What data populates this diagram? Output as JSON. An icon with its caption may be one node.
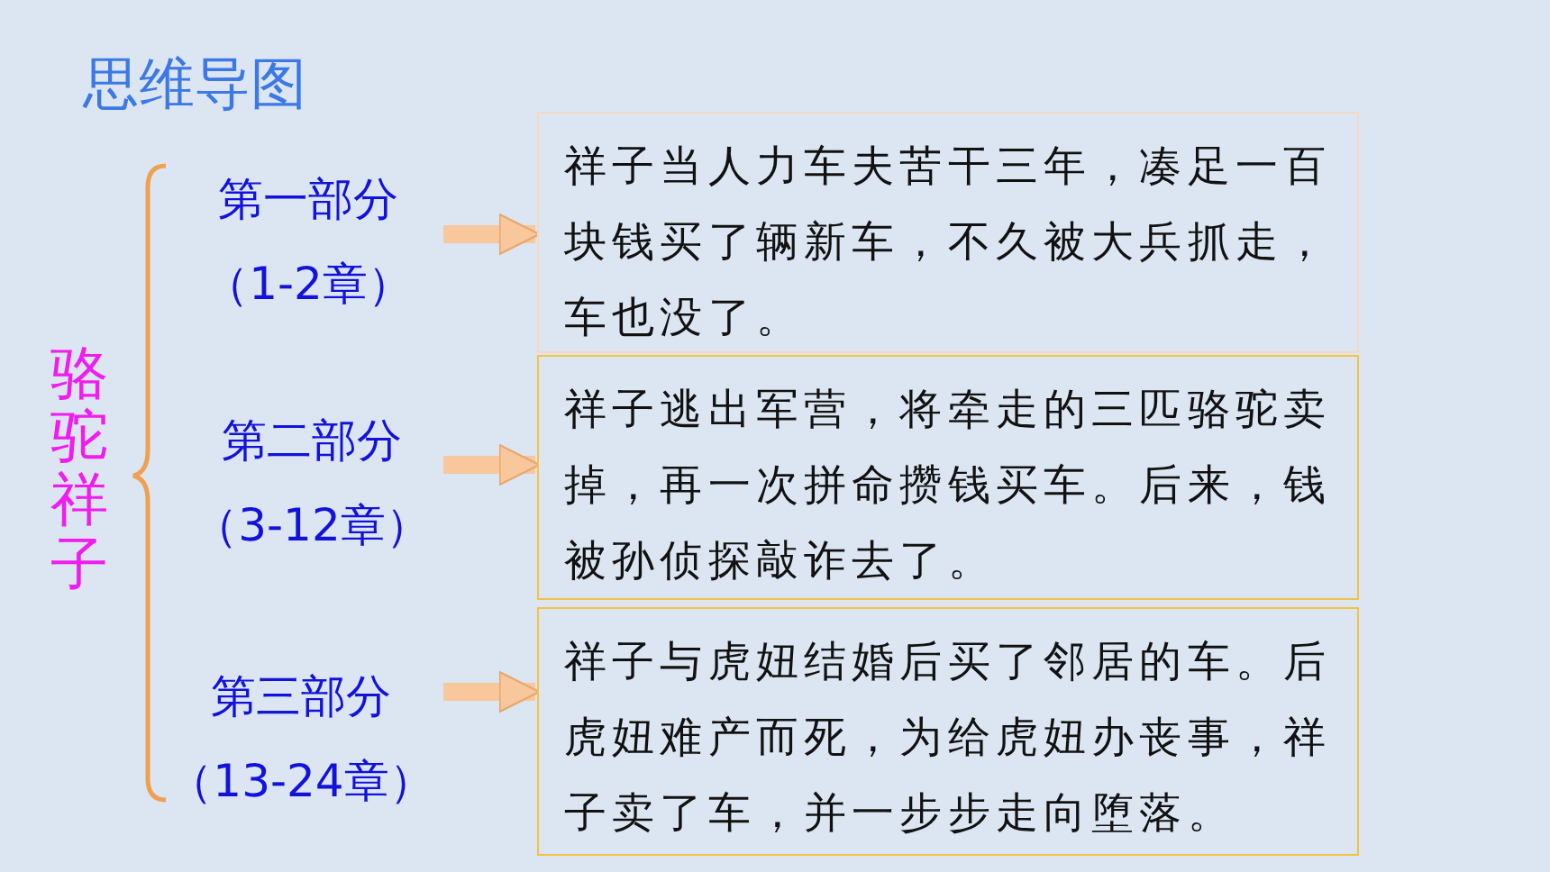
{
  "diagram": {
    "title": "思维导图",
    "nodes": [
      {
        "text": [
          "第一部分",
          "（1-2章）"
        ]
      },
      {
        "text": [
          "第二部分",
          "（3-12章）"
        ]
      },
      {
        "text": [
          "第三部分",
          "（13-24章）"
        ]
      },
      {
        "text": [
          "祥子当人力车夫苦干三年，凑足一百块钱买了辆新车，不久被大兵抓走，车也没了。"
        ]
      },
      {
        "text": [
          "祥子逃出军营，将牵走的三匹骆驼卖掉，再一次拼命攒钱买车。后来，钱被孙侦探敲诈去了。"
        ]
      },
      {
        "text": [
          "祥子与虎妞结婚后买了邻居的车。后虎妞难产而死，为给虎妞办丧事，祥子卖了车，并一步步走向堕落。"
        ]
      }
    ],
    "edges": [
      {
        "from": 0,
        "to": 3,
        "arrow": "to"
      },
      {
        "from": 1,
        "to": 4,
        "arrow": "to"
      },
      {
        "from": 2,
        "to": 5,
        "arrow": "to"
      }
    ],
    "labels": [
      "骆驼祥子"
    ]
  }
}
